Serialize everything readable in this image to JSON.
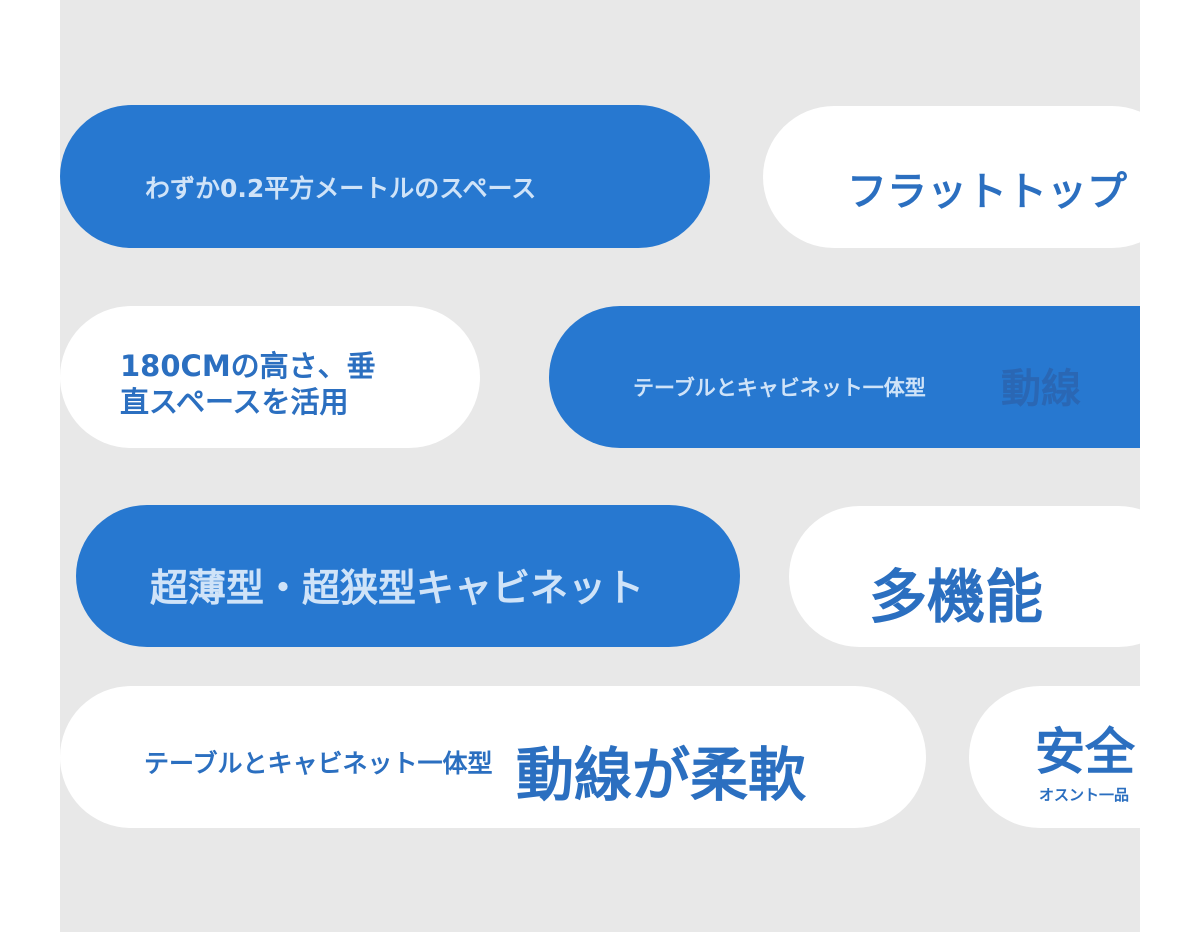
{
  "pills": [
    {
      "text": "わずか0.2平方メートルのスペース"
    },
    {
      "text": "フラットトップ"
    },
    {
      "line1": "180CMの高さ、垂",
      "line2": "直スペースを活用"
    },
    {
      "text": "テーブルとキャビネット一体型",
      "overlay": "動線"
    },
    {
      "text": "超薄型・超狭型キャビネット"
    },
    {
      "text": "多機能"
    },
    {
      "text": "テーブルとキャビネット一体型",
      "overlay": "動線が柔軟"
    },
    {
      "text": "安全",
      "subtext": "オスント一品"
    }
  ],
  "colors": {
    "blue": "#2778d0",
    "text_blue": "#2b6fc0",
    "light_text": "#cfe3f8",
    "background": "#e8e8e8"
  }
}
